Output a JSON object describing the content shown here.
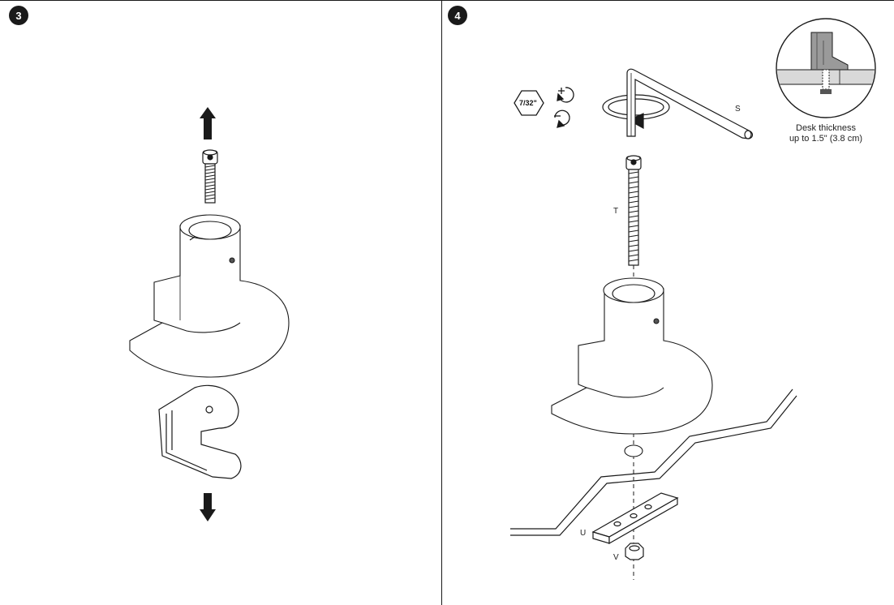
{
  "steps": [
    {
      "number": "3"
    },
    {
      "number": "4"
    }
  ],
  "step4": {
    "tool_size": "7/32\"",
    "part_labels": {
      "s": "S",
      "t": "T",
      "u": "U",
      "v": "V"
    },
    "detail_caption": [
      "Desk thickness",
      "up to 1.5\" (3.8 cm)"
    ]
  },
  "icons": {
    "arrows": "arrow-up-icon, arrow-down-icon",
    "rotation": "rotate-plus-icon, rotate-minus-icon, rotation-arrow-icon"
  }
}
